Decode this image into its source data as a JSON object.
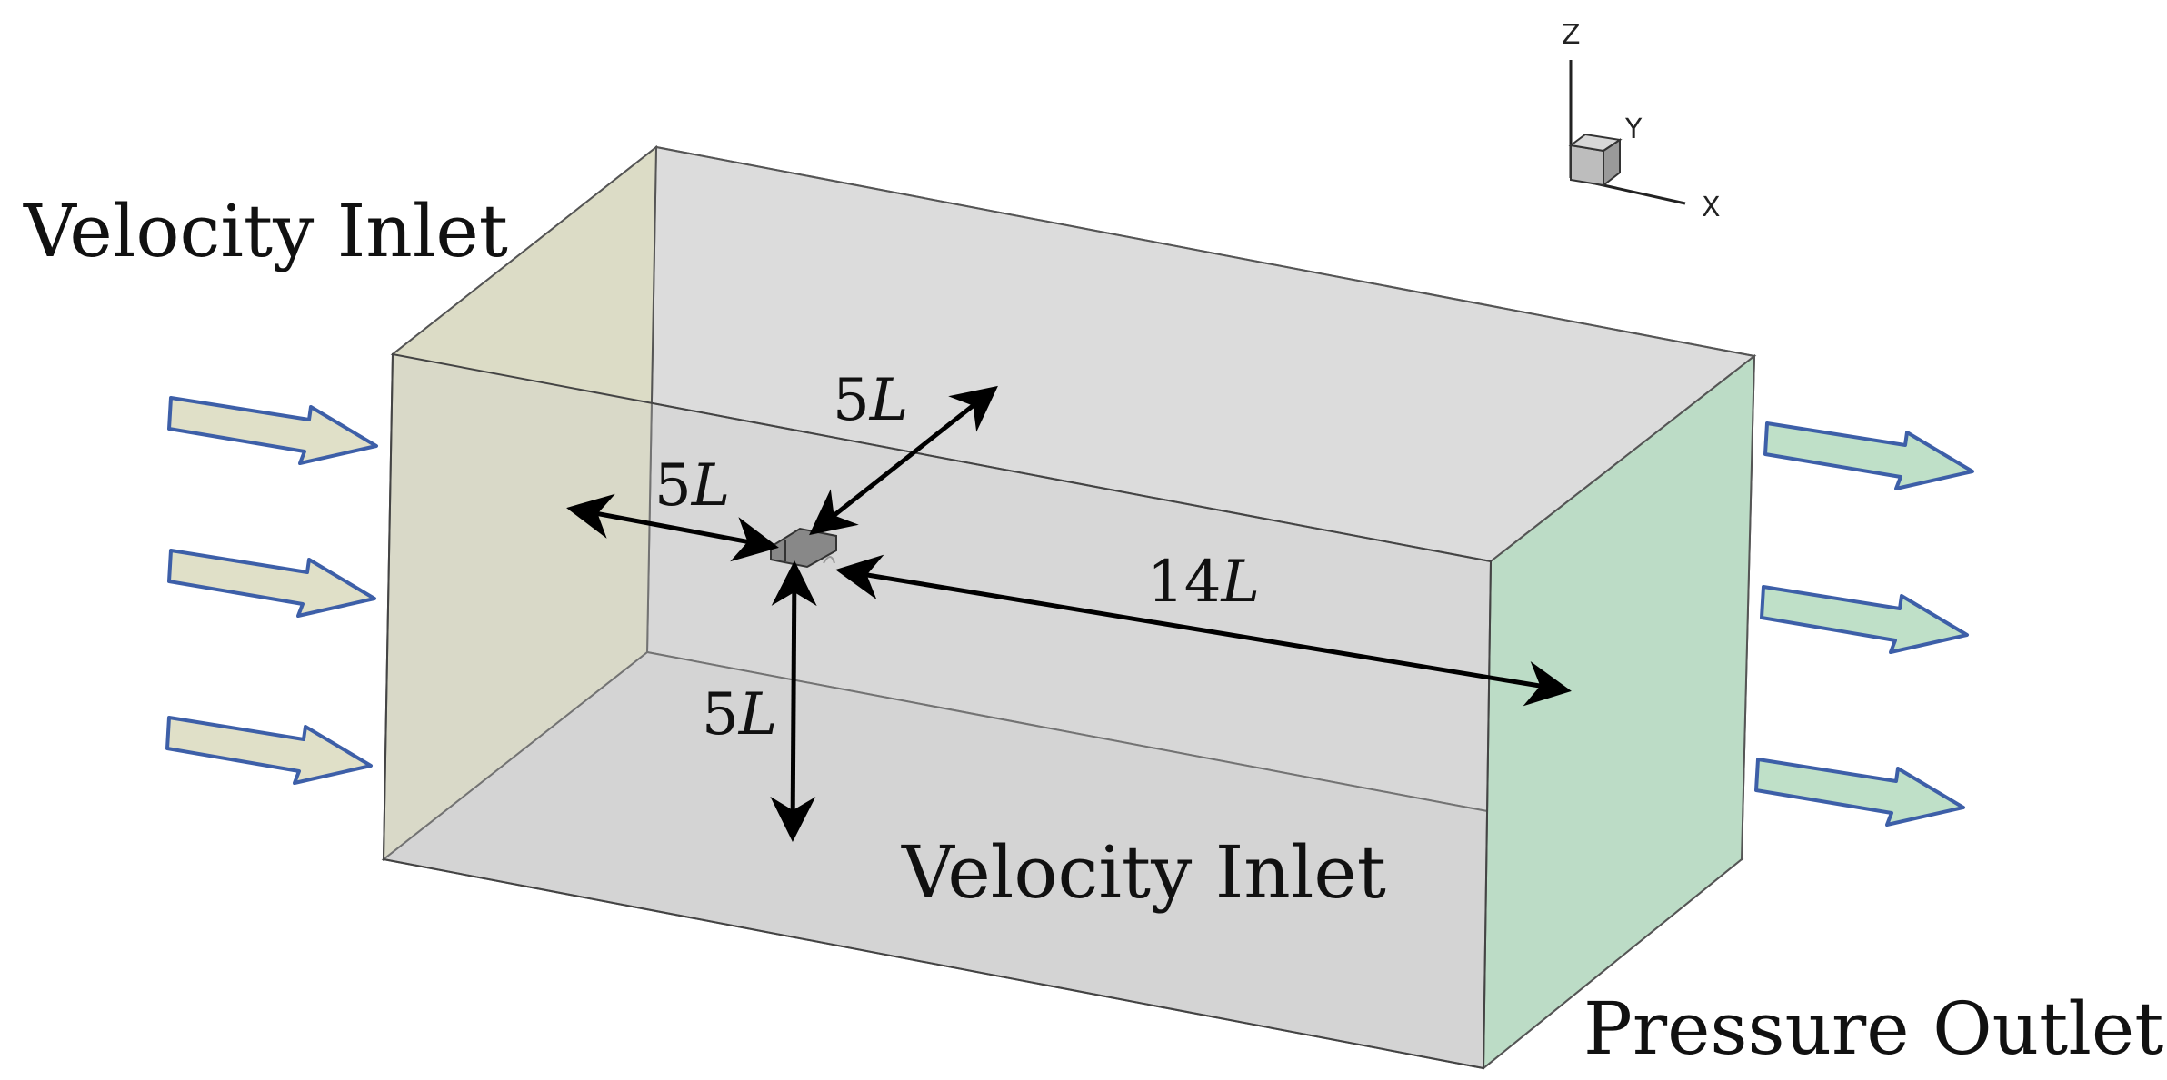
{
  "labels": {
    "top_left": "Velocity Inlet",
    "bottom": "Velocity Inlet",
    "outlet": "Pressure Outlet"
  },
  "dimensions": {
    "upstream": {
      "num": "5",
      "unit": "L"
    },
    "lateral": {
      "num": "5",
      "unit": "L"
    },
    "vertical": {
      "num": "5",
      "unit": "L"
    },
    "downstream": {
      "num": "14",
      "unit": "L"
    }
  },
  "axes": {
    "z": "Z",
    "y": "Y",
    "x": "X"
  },
  "colors": {
    "inlet_face": "#dcdcc6",
    "outlet_face": "#bcdcc6",
    "domain_face": "#d9d9d9",
    "arrow_stroke": "#3d5fa8",
    "inlet_arrow_fill": "#e0e0c8",
    "outlet_arrow_fill": "#bfe0c8"
  }
}
